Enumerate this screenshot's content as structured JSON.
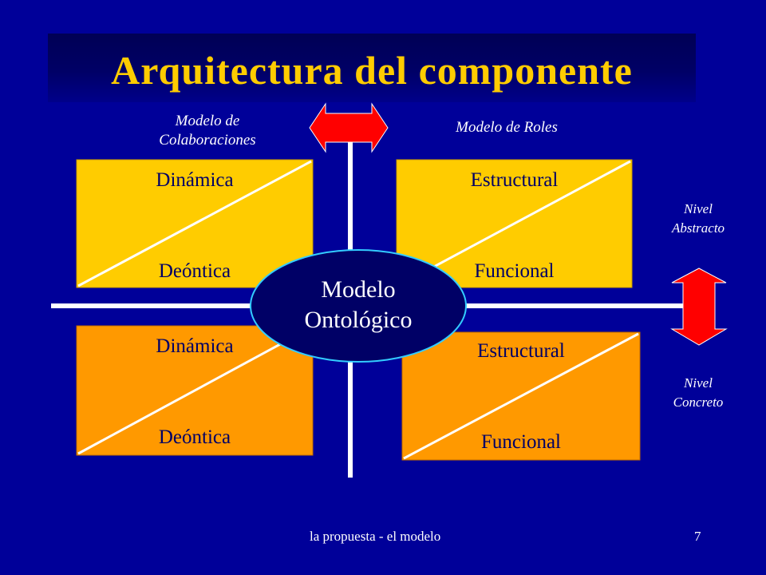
{
  "title": "Arquitectura del componente",
  "labels": {
    "colaboraciones": "Modelo de Colaboraciones",
    "colaboraciones_l1": "Modelo de",
    "colaboraciones_l2": "Colaboraciones",
    "roles": "Modelo de Roles",
    "abstracto_l1": "Nivel",
    "abstracto_l2": "Abstracto",
    "concreto_l1": "Nivel",
    "concreto_l2": "Concreto"
  },
  "boxes": {
    "top_left": {
      "top": "Dinámica",
      "bottom": "Deóntica",
      "color": "#ffcc00"
    },
    "top_right": {
      "top": "Estructural",
      "bottom": "Funcional",
      "color": "#ffcc00"
    },
    "bottom_left": {
      "top": "Dinámica",
      "bottom": "Deóntica",
      "color": "#ff9900"
    },
    "bottom_right": {
      "top": "Estructural",
      "bottom": "Funcional",
      "color": "#ff9900"
    }
  },
  "center": {
    "line1": "Modelo",
    "line2": "Ontológico",
    "color": "#000066",
    "border": "#33ccff"
  },
  "arrows": {
    "color": "#ff0000"
  },
  "footer": {
    "text": "la propuesta - el modelo",
    "page": "7"
  }
}
